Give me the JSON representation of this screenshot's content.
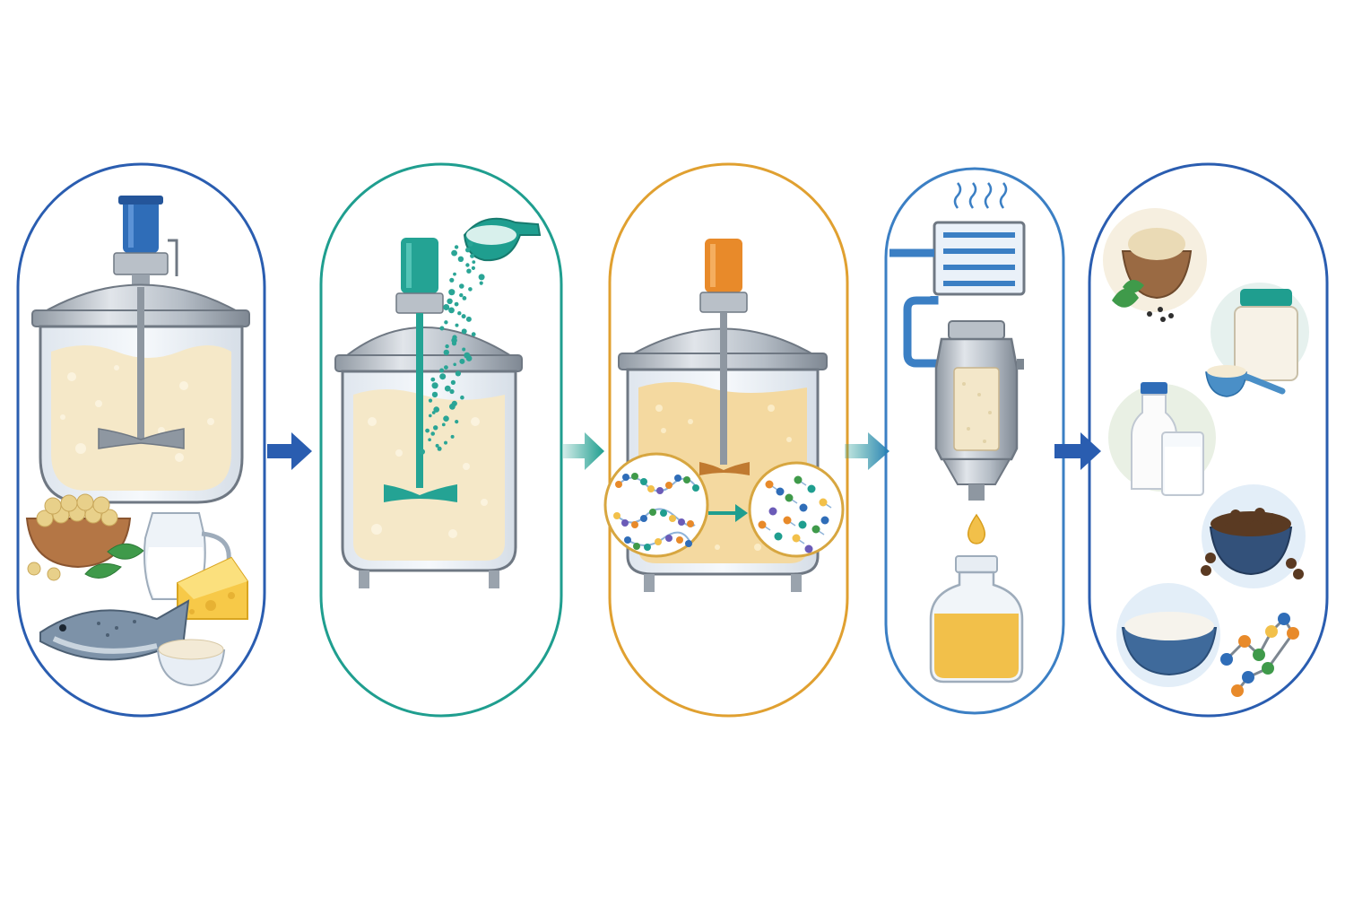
{
  "stages": [
    {
      "id": "raw-materials",
      "outline_color": "#2a5db0"
    },
    {
      "id": "enzyme-addition",
      "outline_color": "#1f9e8f"
    },
    {
      "id": "hydrolysis",
      "outline_color": "#e0a030"
    },
    {
      "id": "separation-concentration",
      "outline_color": "#3b7fc4"
    },
    {
      "id": "final-products",
      "outline_color": "#2a5db0"
    }
  ],
  "arrows": [
    {
      "from": "raw-materials",
      "to": "enzyme-addition",
      "color": "#2a5db0"
    },
    {
      "from": "enzyme-addition",
      "to": "hydrolysis",
      "color": "#1f9e8f"
    },
    {
      "from": "hydrolysis",
      "to": "separation-concentration",
      "color": "#1f9e8f"
    },
    {
      "from": "separation-concentration",
      "to": "final-products",
      "color": "#2a5db0"
    }
  ],
  "colors": {
    "steel": "#b9c0c8",
    "steel_dark": "#7d8791",
    "slurry": "#f5e8c8",
    "slurry_warm": "#f4d9a0",
    "motor_blue": "#2f6db8",
    "motor_teal": "#24a394",
    "motor_orange": "#e88a2a",
    "liquid_amber": "#f2c04a"
  },
  "icons": [
    "mixing-tank-icon",
    "soybeans-icon",
    "milk-jug-icon",
    "cheese-icon",
    "fish-icon",
    "powder-bowl-icon",
    "enzyme-scoop-icon",
    "enzyme-particles-icon",
    "protein-chain-icon",
    "peptide-fragments-icon",
    "heat-exchanger-icon",
    "filter-column-icon",
    "droplet-icon",
    "amber-bottle-icon",
    "protein-powder-bowl-icon",
    "supplement-jar-icon",
    "milk-bottle-icon",
    "pet-food-bowl-icon",
    "peptide-powder-icon",
    "molecule-icon"
  ]
}
